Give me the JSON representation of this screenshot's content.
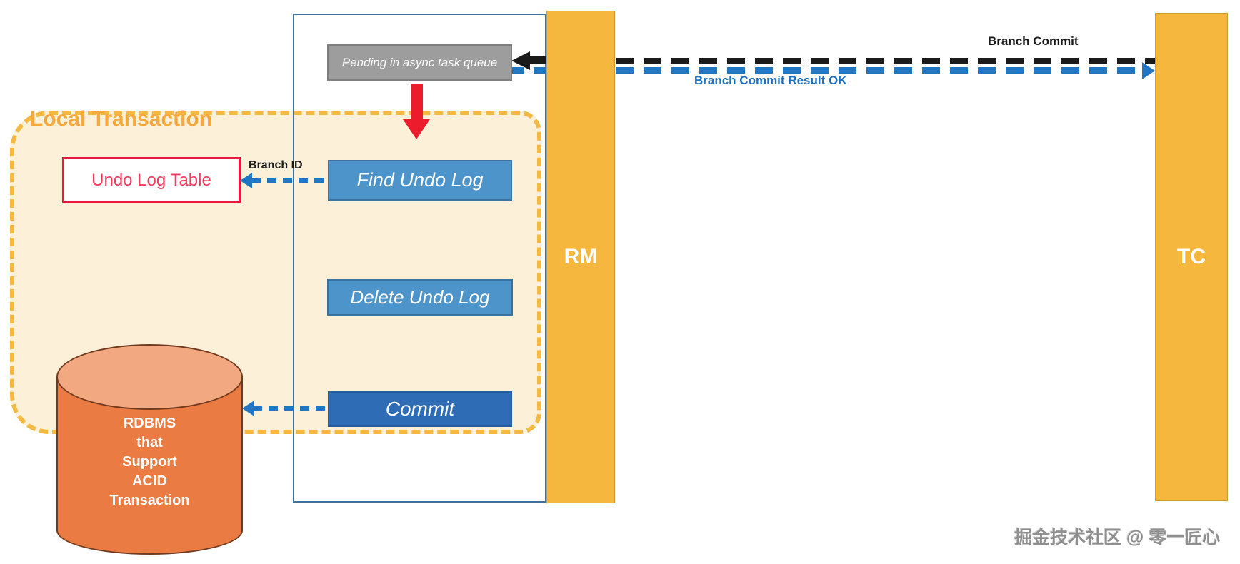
{
  "local_transaction": {
    "label": "Local Transaction"
  },
  "pending_queue": {
    "label": "Pending in async task queue"
  },
  "process_steps": {
    "find": "Find Undo Log",
    "delete": "Delete Undo Log",
    "commit": "Commit"
  },
  "undo_log_table": {
    "label": "Undo Log Table"
  },
  "database": {
    "lines": [
      "RDBMS",
      "that",
      "Support",
      "ACID",
      "Transaction"
    ]
  },
  "participants": {
    "rm": "RM",
    "tc": "TC"
  },
  "arrows": {
    "branch_commit": {
      "label": "Branch Commit",
      "color": "#1A1A1A",
      "direction": "tc-to-rm"
    },
    "branch_commit_result": {
      "label": "Branch Commit Result OK",
      "color": "#1B6FC0",
      "direction": "rm-to-tc"
    },
    "branch_id": {
      "label": "Branch ID",
      "color": "#2176C4",
      "direction": "find-to-undo-table"
    }
  },
  "watermark": {
    "text": "掘金技术社区 @ 零一匠心"
  },
  "colors": {
    "bar_orange": "#F6B73F",
    "container_fill": "#FCF0D8",
    "container_border": "#F5B841",
    "step_blue": "#4D94CB",
    "commit_blue": "#2E6DB5",
    "arrow_blue": "#2176C4",
    "arrow_black": "#1A1A1A",
    "arrow_red": "#EC1C2D",
    "pending_grey": "#9D9D9D",
    "table_border_red": "#E8193C",
    "db_body_orange": "#E97B43",
    "db_top_orange": "#F2A981"
  }
}
